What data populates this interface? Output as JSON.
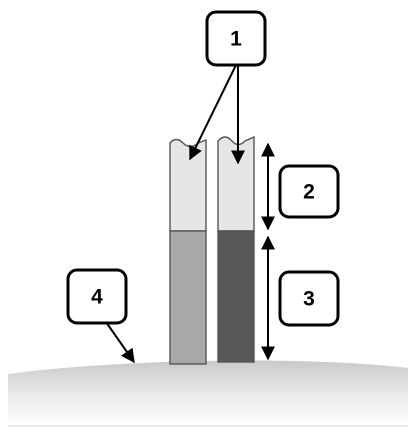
{
  "diagram": {
    "callouts": [
      {
        "id": "1",
        "label": "1"
      },
      {
        "id": "2",
        "label": "2"
      },
      {
        "id": "3",
        "label": "3"
      },
      {
        "id": "4",
        "label": "4"
      }
    ],
    "colors": {
      "strip_top": "#e6e6e6",
      "strip_outline": "#555555",
      "left_strip_bottom": "#a8a8a8",
      "right_strip_bottom": "#585858",
      "surface_top": "#c9c9c9",
      "surface_bottom": "#ffffff",
      "callout_border": "#000000",
      "callout_fill": "#ffffff",
      "arrow": "#000000"
    }
  }
}
